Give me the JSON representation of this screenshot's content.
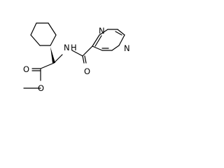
{
  "structure": {
    "atoms": {
      "amide_n": "N",
      "amide_o": "O",
      "ester_o_carbonyl": "O",
      "ester_o_methoxy": "O",
      "pyrazine_n1": "N",
      "pyrazine_n4": "N"
    },
    "colors": {
      "bond": "#000000",
      "label": "#000000",
      "background": "#ffffff"
    }
  }
}
